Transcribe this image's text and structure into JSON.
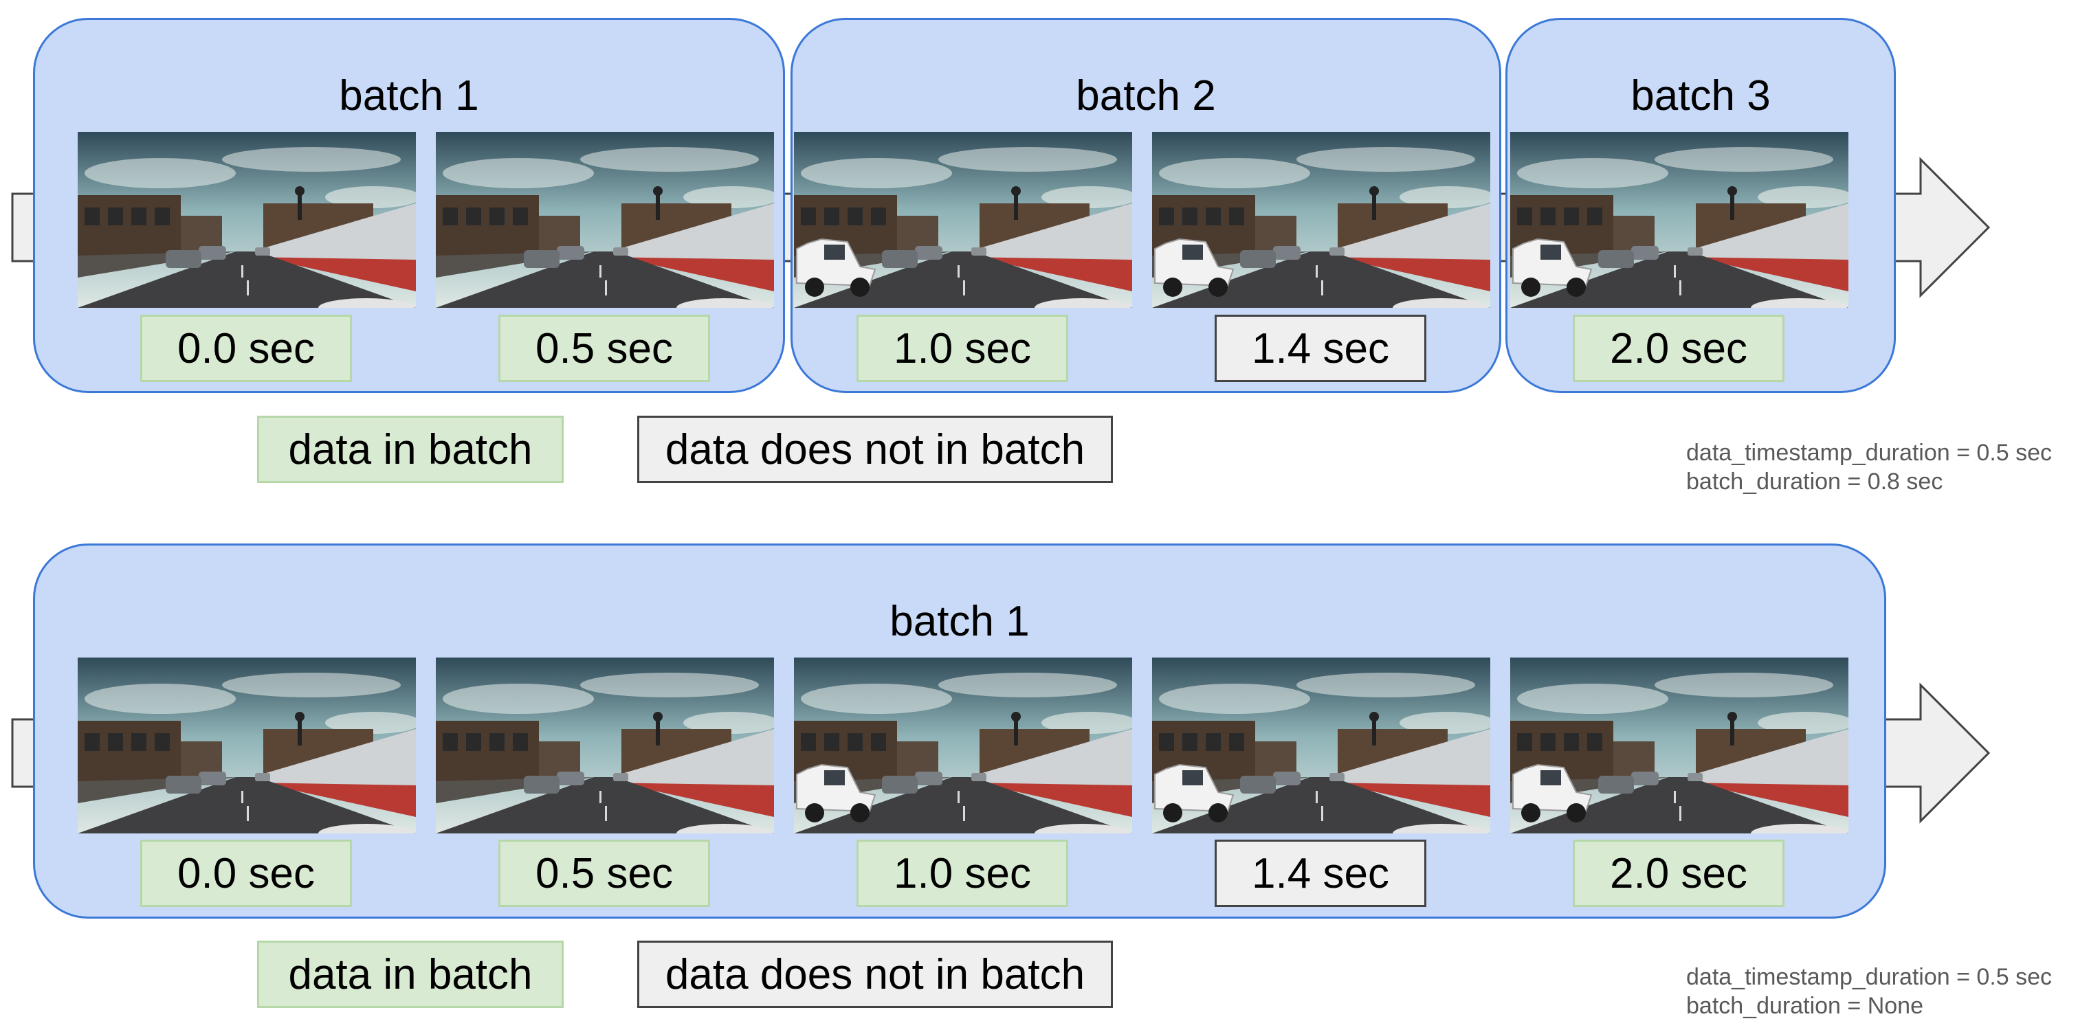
{
  "panels": [
    {
      "batches": [
        {
          "title": "batch 1"
        },
        {
          "title": "batch 2"
        },
        {
          "title": "batch 3"
        }
      ],
      "frames": [
        {
          "timestamp": "0.0 sec",
          "in_batch": true,
          "truck": false
        },
        {
          "timestamp": "0.5 sec",
          "in_batch": true,
          "truck": false
        },
        {
          "timestamp": "1.0 sec",
          "in_batch": true,
          "truck": true
        },
        {
          "timestamp": "1.4 sec",
          "in_batch": false,
          "truck": true
        },
        {
          "timestamp": "2.0 sec",
          "in_batch": true,
          "truck": true
        }
      ],
      "legend": {
        "in_batch": "data in batch",
        "not_in_batch": "data does not in batch"
      },
      "params": [
        "data_timestamp_duration = 0.5 sec",
        "batch_duration = 0.8 sec"
      ]
    },
    {
      "batches": [
        {
          "title": "batch 1"
        }
      ],
      "frames": [
        {
          "timestamp": "0.0 sec",
          "in_batch": true,
          "truck": false
        },
        {
          "timestamp": "0.5 sec",
          "in_batch": true,
          "truck": false
        },
        {
          "timestamp": "1.0 sec",
          "in_batch": true,
          "truck": true
        },
        {
          "timestamp": "1.4 sec",
          "in_batch": false,
          "truck": true
        },
        {
          "timestamp": "2.0 sec",
          "in_batch": true,
          "truck": true
        }
      ],
      "legend": {
        "in_batch": "data in batch",
        "not_in_batch": "data does not in batch"
      },
      "params": [
        "data_timestamp_duration = 0.5 sec",
        "batch_duration = None"
      ]
    }
  ],
  "colors": {
    "batch_fill": "#c9daf8",
    "batch_border": "#3c78d8",
    "in_batch_fill": "#d9ead3",
    "in_batch_border": "#b6d7a8",
    "not_in_batch_fill": "#efefef",
    "not_in_batch_border": "#434343",
    "arrow_fill": "#efefef",
    "arrow_border": "#434343"
  },
  "icons": {
    "timeline_arrow": "right-arrow-icon",
    "frame": "street-scene-camera-frame"
  }
}
